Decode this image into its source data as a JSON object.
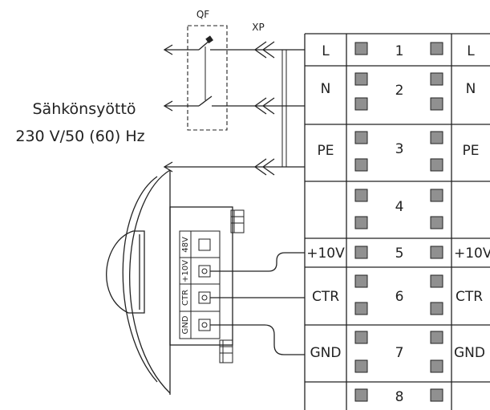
{
  "supply": {
    "line1": "Sähkönsyöttö",
    "line2": "230 V/50 (60) Hz"
  },
  "breaker_label": "QF",
  "connector_label": "XP",
  "terminal_block": {
    "rows": [
      {
        "left": "L",
        "num": "1",
        "right": "L"
      },
      {
        "left": "N",
        "num": "2",
        "right": "N"
      },
      {
        "left": "PE",
        "num": "3",
        "right": "PE"
      },
      {
        "left": "",
        "num": "4",
        "right": ""
      },
      {
        "left": "+10V",
        "num": "5",
        "right": "+10V"
      },
      {
        "left": "CTR",
        "num": "6",
        "right": "CTR"
      },
      {
        "left": "GND",
        "num": "7",
        "right": "GND"
      },
      {
        "left": "",
        "num": "8",
        "right": ""
      }
    ]
  },
  "device_terminals": [
    "48V",
    "+10V",
    "CTR",
    "GND"
  ]
}
